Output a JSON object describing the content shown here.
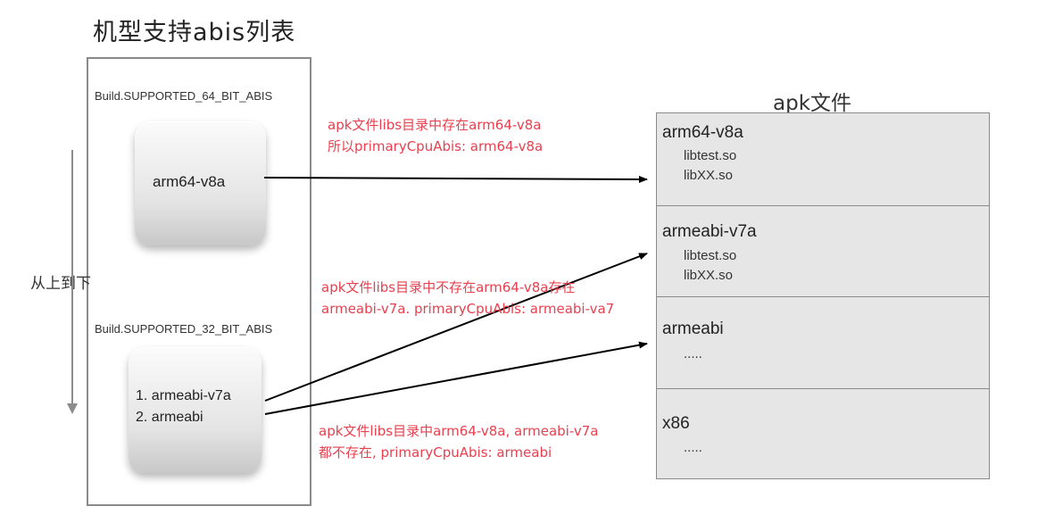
{
  "title": "机型支持abis列表",
  "abis_panel": {
    "group64_label": "Build.SUPPORTED_64_BIT_ABIS",
    "group64_chip": "arm64-v8a",
    "group32_label": "Build.SUPPORTED_32_BIT_ABIS",
    "group32_items": [
      "1. armeabi-v7a",
      "2. armeabi"
    ]
  },
  "order_label": "从上到下",
  "apk": {
    "title": "apk文件",
    "sections": [
      {
        "name": "arm64-v8a",
        "files": [
          "libtest.so",
          "libXX.so"
        ]
      },
      {
        "name": "armeabi-v7a",
        "files": [
          "libtest.so",
          "libXX.so"
        ]
      },
      {
        "name": "armeabi",
        "files": [
          "....."
        ]
      },
      {
        "name": "x86",
        "files": [
          "....."
        ]
      }
    ]
  },
  "notes": [
    {
      "lines": [
        "apk文件libs目录中存在arm64-v8a",
        "所以primaryCpuAbis: arm64-v8a"
      ]
    },
    {
      "lines": [
        "apk文件libs目录中不存在arm64-v8a存在",
        "armeabi-v7a. primaryCpuAbis: armeabi-va7"
      ]
    },
    {
      "lines": [
        "apk文件libs目录中arm64-v8a, armeabi-v7a",
        "都不存在, primaryCpuAbis: armeabi"
      ]
    }
  ],
  "colors": {
    "note": "#e8404f",
    "arrow": "#000000",
    "panel_border": "#8a8a8a",
    "apk_fill": "#e6e6e6",
    "order_arrow": "#8c8c8c"
  }
}
